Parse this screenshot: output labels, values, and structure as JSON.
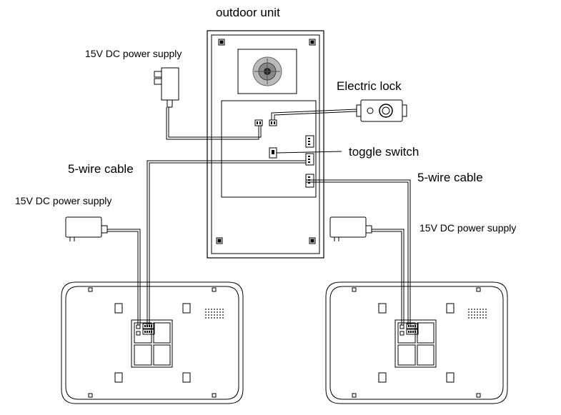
{
  "labels": {
    "outdoor_unit": "outdoor unit",
    "power_top": "15V DC power supply",
    "electric_lock": "Electric lock",
    "toggle_switch": "toggle switch",
    "cable_left": "5-wire cable",
    "cable_right": "5-wire cable",
    "power_left": "15V DC power supply",
    "power_right": "15V DC power supply"
  },
  "colors": {
    "line": "#000000",
    "background": "#ffffff"
  }
}
